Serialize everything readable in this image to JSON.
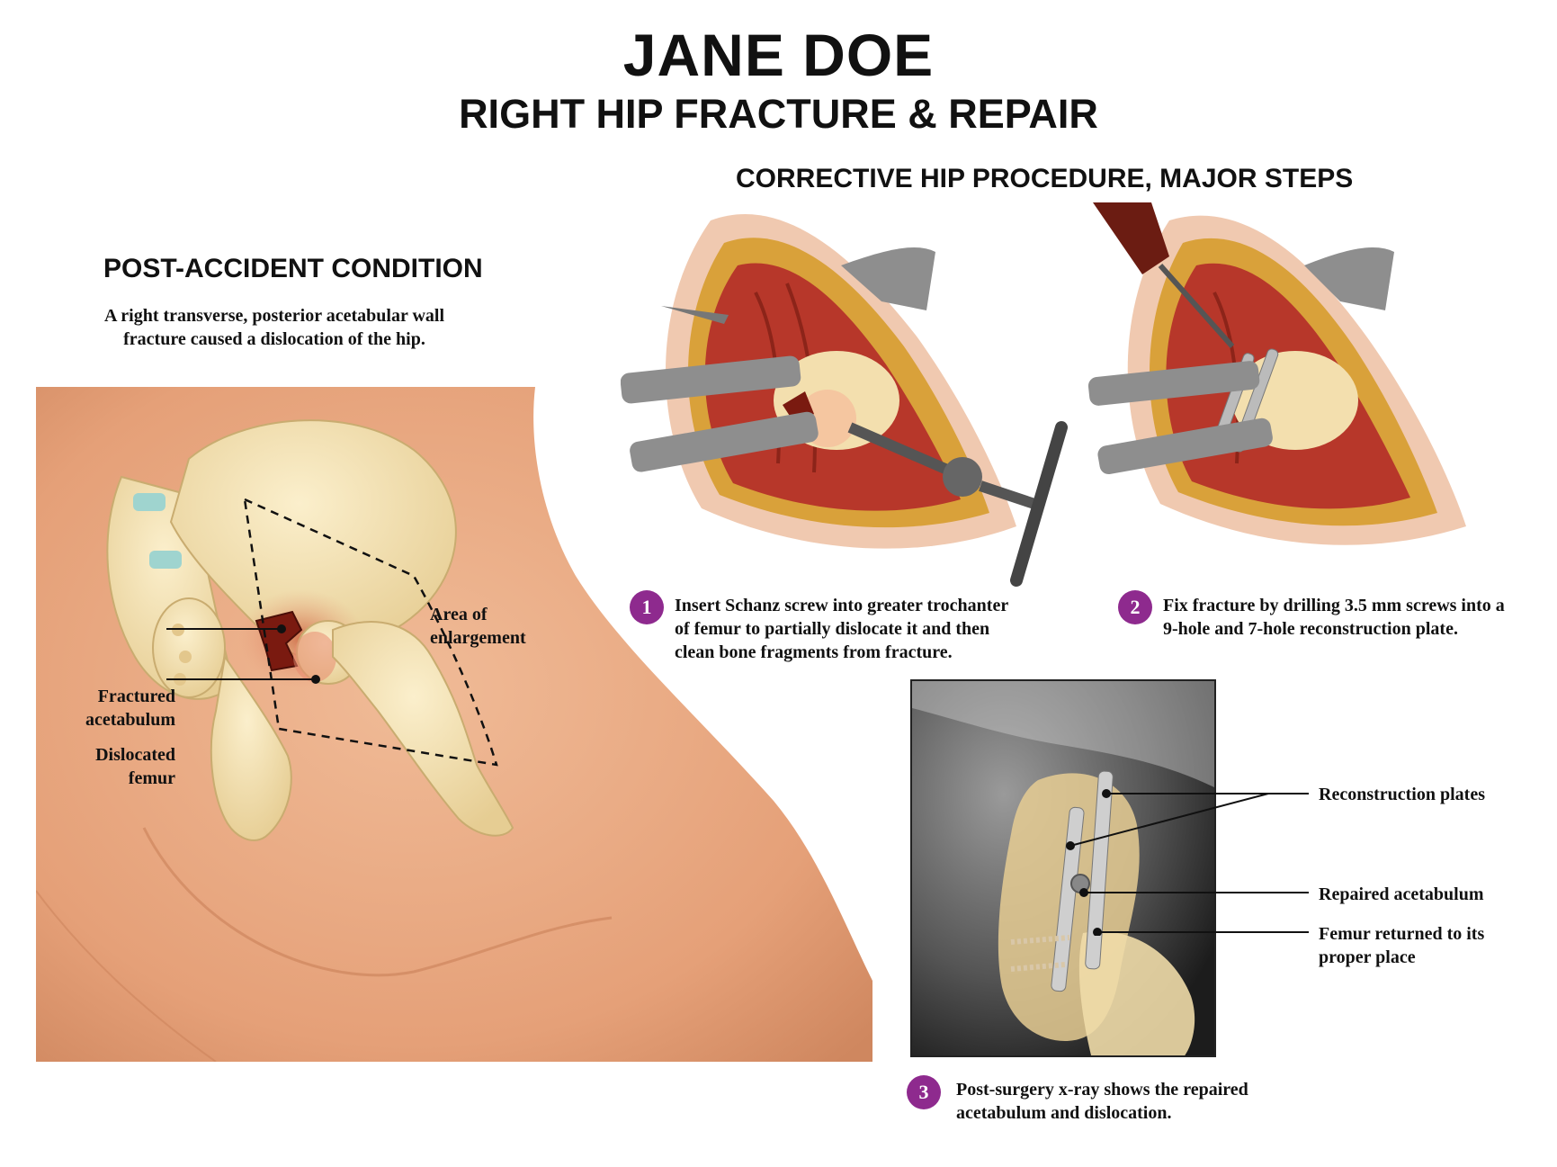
{
  "header": {
    "title": "JANE DOE",
    "subtitle": "RIGHT HIP FRACTURE & REPAIR"
  },
  "left_panel": {
    "heading": "POST-ACCIDENT CONDITION",
    "description_line1": "A right transverse, posterior acetabular wall",
    "description_line2": "fracture caused a dislocation of the hip.",
    "labels": {
      "fractured_line1": "Fractured",
      "fractured_line2": "acetabulum",
      "dislocated_line1": "Dislocated",
      "dislocated_line2": "femur",
      "area_line1": "Area of",
      "area_line2": "enlargement"
    }
  },
  "right_panel": {
    "heading": "CORRECTIVE HIP PROCEDURE, MAJOR STEPS",
    "steps": [
      {
        "number": "1",
        "line1": "Insert Schanz screw into greater trochanter",
        "line2": "of femur to partially dislocate it and then",
        "line3": "clean bone fragments from fracture."
      },
      {
        "number": "2",
        "line1": "Fix fracture by drilling 3.5 mm screws into a",
        "line2": "9-hole and 7-hole reconstruction plate."
      },
      {
        "number": "3",
        "line1": "Post-surgery x-ray shows the repaired",
        "line2": "acetabulum and dislocation."
      }
    ],
    "xray_labels": {
      "plates": "Reconstruction plates",
      "repaired": "Repaired acetabulum",
      "femur_line1": "Femur returned to its",
      "femur_line2": "proper place"
    }
  },
  "colors": {
    "skin": "#e8a57e",
    "skin_shadow": "#d28a63",
    "bone": "#f3dfae",
    "bone_shadow": "#d9bf85",
    "muscle": "#c0392b",
    "retractor": "#8a8a8a",
    "badge": "#8e2a8e",
    "fracture": "#9b1c10"
  },
  "icons": {
    "step_badge": "numbered-circle-badge"
  }
}
